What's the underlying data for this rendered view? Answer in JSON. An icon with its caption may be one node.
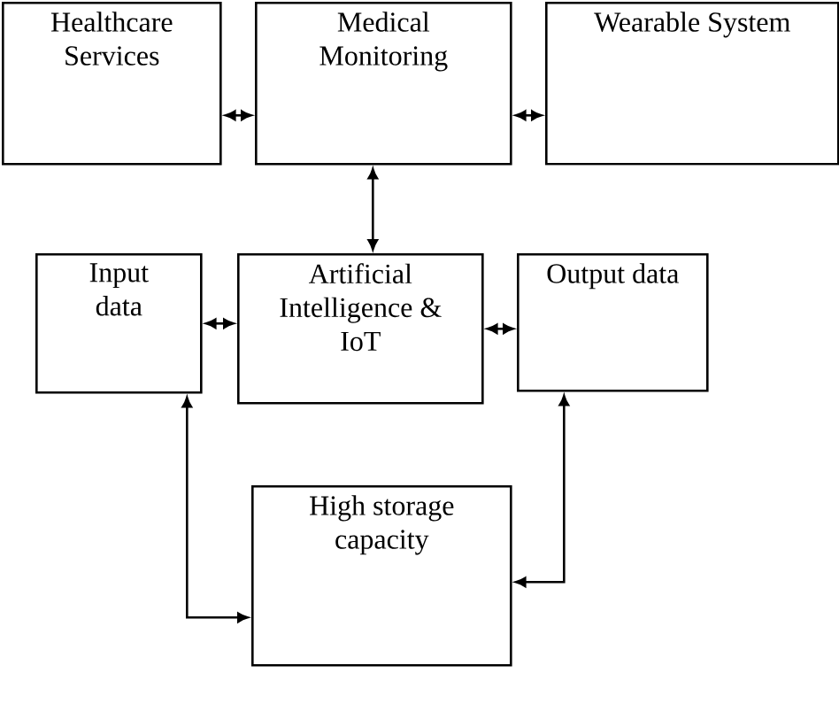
{
  "diagram": {
    "nodes": [
      {
        "text": [
          "Healthcare Services"
        ]
      },
      {
        "text": [
          "Medical Monitoring"
        ]
      },
      {
        "text": [
          "Wearable System"
        ]
      },
      {
        "text": [
          "Input data"
        ]
      },
      {
        "text": [
          "Artificial Intelligence & IoT"
        ]
      },
      {
        "text": [
          "Output data"
        ]
      },
      {
        "text": [
          "High storage capacity"
        ]
      }
    ],
    "edges": [
      {
        "from": 0,
        "to": 1,
        "arrow": "both"
      },
      {
        "from": 1,
        "to": 2,
        "arrow": "both"
      },
      {
        "from": 4,
        "to": 1,
        "arrow": "both"
      },
      {
        "from": 3,
        "to": 4,
        "arrow": "both"
      },
      {
        "from": 4,
        "to": 5,
        "arrow": "both"
      },
      {
        "from": 3,
        "to": 6,
        "arrow": "both"
      },
      {
        "from": 5,
        "to": 6,
        "arrow": "both"
      }
    ]
  }
}
